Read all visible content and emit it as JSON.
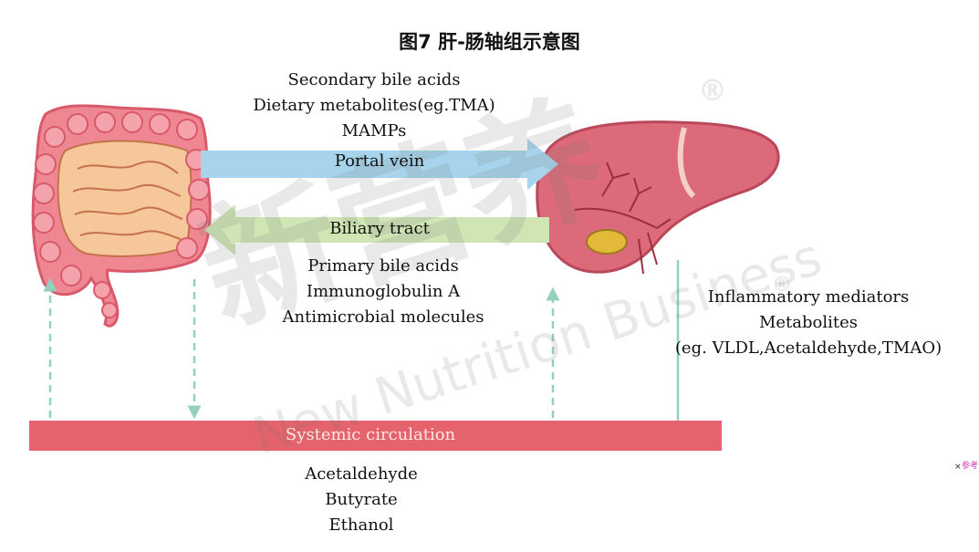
{
  "title": "图7 肝-肠轴组示意图",
  "top_block": {
    "lines": [
      "Secondary bile acids",
      "Dietary metabolites(eg.TMA)",
      "MAMPs"
    ]
  },
  "portal_vein": {
    "label": "Portal vein"
  },
  "biliary_tract": {
    "label": "Biliary tract"
  },
  "mid_block": {
    "lines": [
      "Primary bile acids",
      "Immunoglobulin A",
      "Antimicrobial molecules"
    ]
  },
  "right_block": {
    "lines": [
      "Inflammatory mediators",
      "Metabolites",
      "(eg. VLDL,Acetaldehyde,TMAO)"
    ]
  },
  "systemic": {
    "label": "Systemic circulation"
  },
  "bottom_block": {
    "lines": [
      "Acetaldehyde",
      "Butyrate",
      "Ethanol"
    ]
  },
  "watermark": {
    "logo_text": "新营养",
    "brand_text": "New Nutrition Business",
    "registered_mark": "®"
  },
  "corner": {
    "close_glyph": "×",
    "note": "参考"
  },
  "colors": {
    "portal_vein": "#a7d4ec",
    "biliary_tract": "#cfe5b4",
    "systemic": "#e5636c",
    "dashed_arrow": "#93d0c0",
    "liver": "#dc6a7a",
    "intestine_outer": "#ef8793",
    "intestine_inner": "#f6c79b",
    "gallbladder": "#e3b93a"
  }
}
